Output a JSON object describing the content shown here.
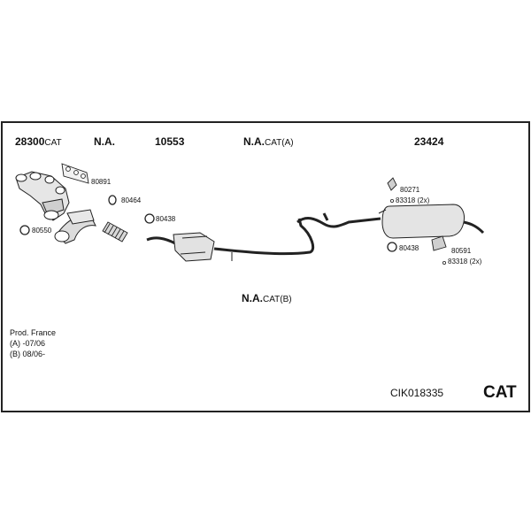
{
  "headers": {
    "manifold_number": "28300",
    "manifold_suffix": "CAT",
    "front_na": "N.A.",
    "front_pipe_number": "10553",
    "cat_a_na": "N.A.",
    "cat_a_suffix": "CAT(A)",
    "rear_number": "23424",
    "cat_b_na": "N.A.",
    "cat_b_suffix": "CAT(B)"
  },
  "part_labels": {
    "p80891": "80891",
    "p80464": "80464",
    "p80438_front": "80438",
    "p80550": "80550",
    "p80271": "80271",
    "p83318_top": "83318 (2x)",
    "p80438_rear": "80438",
    "p80591": "80591",
    "p83318_bottom": "83318 (2x)"
  },
  "notes": {
    "line1": "Prod. France",
    "line2": "(A) -07/06",
    "line3": "(B) 08/06-"
  },
  "kit_code": "CIK018335",
  "kit_type": "CAT"
}
